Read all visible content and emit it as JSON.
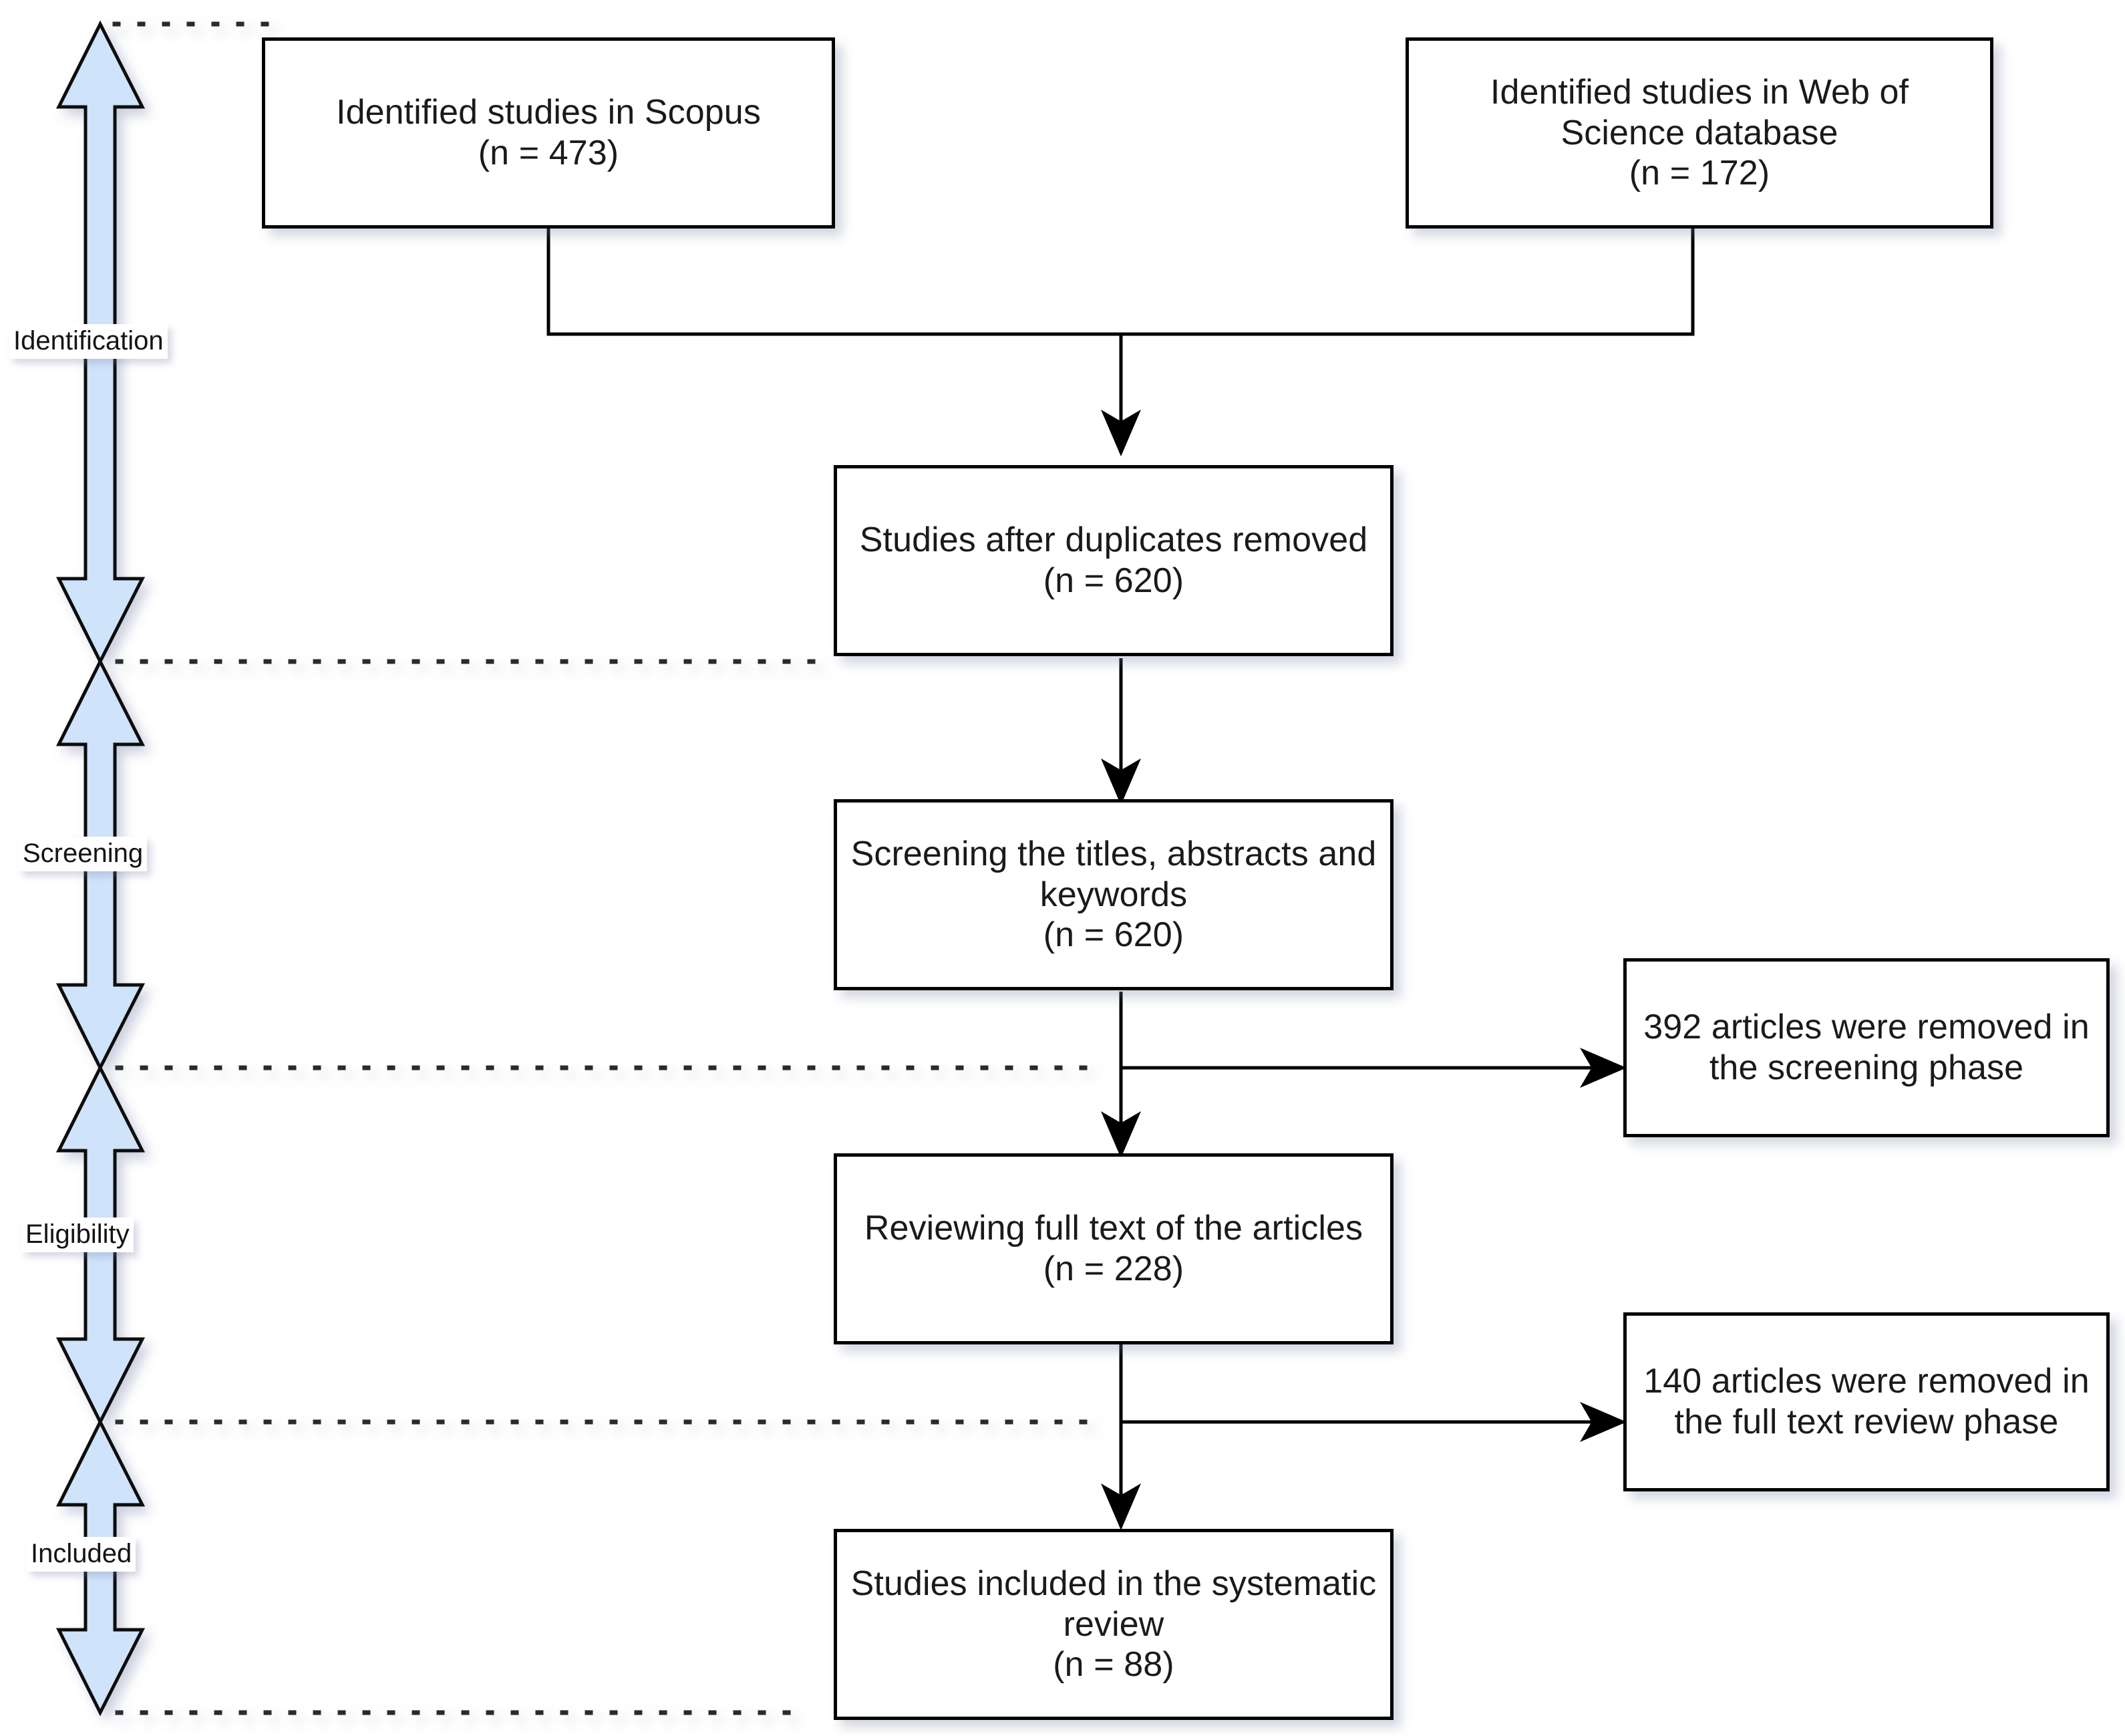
{
  "diagram": {
    "title": "PRISMA study selection flow diagram",
    "accent_blue": "#cfe3fa",
    "line_color": "#000000",
    "background": "#ffffff"
  },
  "phases": [
    {
      "id": "identification",
      "label": "Identification"
    },
    {
      "id": "screening",
      "label": "Screening"
    },
    {
      "id": "eligibility",
      "label": "Eligibility"
    },
    {
      "id": "included",
      "label": "Included"
    }
  ],
  "boxes": {
    "scopus": {
      "line1": "Identified studies in Scopus",
      "line2": "(n = 473)",
      "text": "Identified studies in Scopus\n(n = 473)",
      "count": 473
    },
    "wos": {
      "line1": "Identified studies in Web of",
      "line2": "Science database",
      "line3": "(n = 172)",
      "text": "Identified studies in Web of\nScience database\n(n = 172)",
      "count": 172
    },
    "duplicates_removed": {
      "line1": "Studies after duplicates removed",
      "line2": "(n = 620)",
      "text": "Studies after duplicates removed\n(n = 620)",
      "count": 620
    },
    "screening": {
      "line1": "Screening the titles, abstracts and",
      "line2": "keywords",
      "line3": "(n = 620)",
      "text": "Screening the titles, abstracts and\nkeywords\n(n = 620)",
      "count": 620
    },
    "full_text": {
      "line1": "Reviewing full text of the articles",
      "line2": "(n = 228)",
      "text": "Reviewing full text of the articles\n(n = 228)",
      "count": 228
    },
    "included": {
      "line1": "Studies included in the systematic",
      "line2": "review",
      "line3": "(n = 88)",
      "text": "Studies included in the systematic\nreview\n(n = 88)",
      "count": 88
    },
    "excluded_screening": {
      "line1": "392 articles were removed in",
      "line2": "the screening phase",
      "text": "392 articles were removed in\nthe screening phase",
      "count": 392
    },
    "excluded_fulltext": {
      "line1": "140 articles were removed in",
      "line2": "the full text review phase",
      "text": "140 articles were removed in\nthe full text review phase",
      "count": 140
    }
  }
}
